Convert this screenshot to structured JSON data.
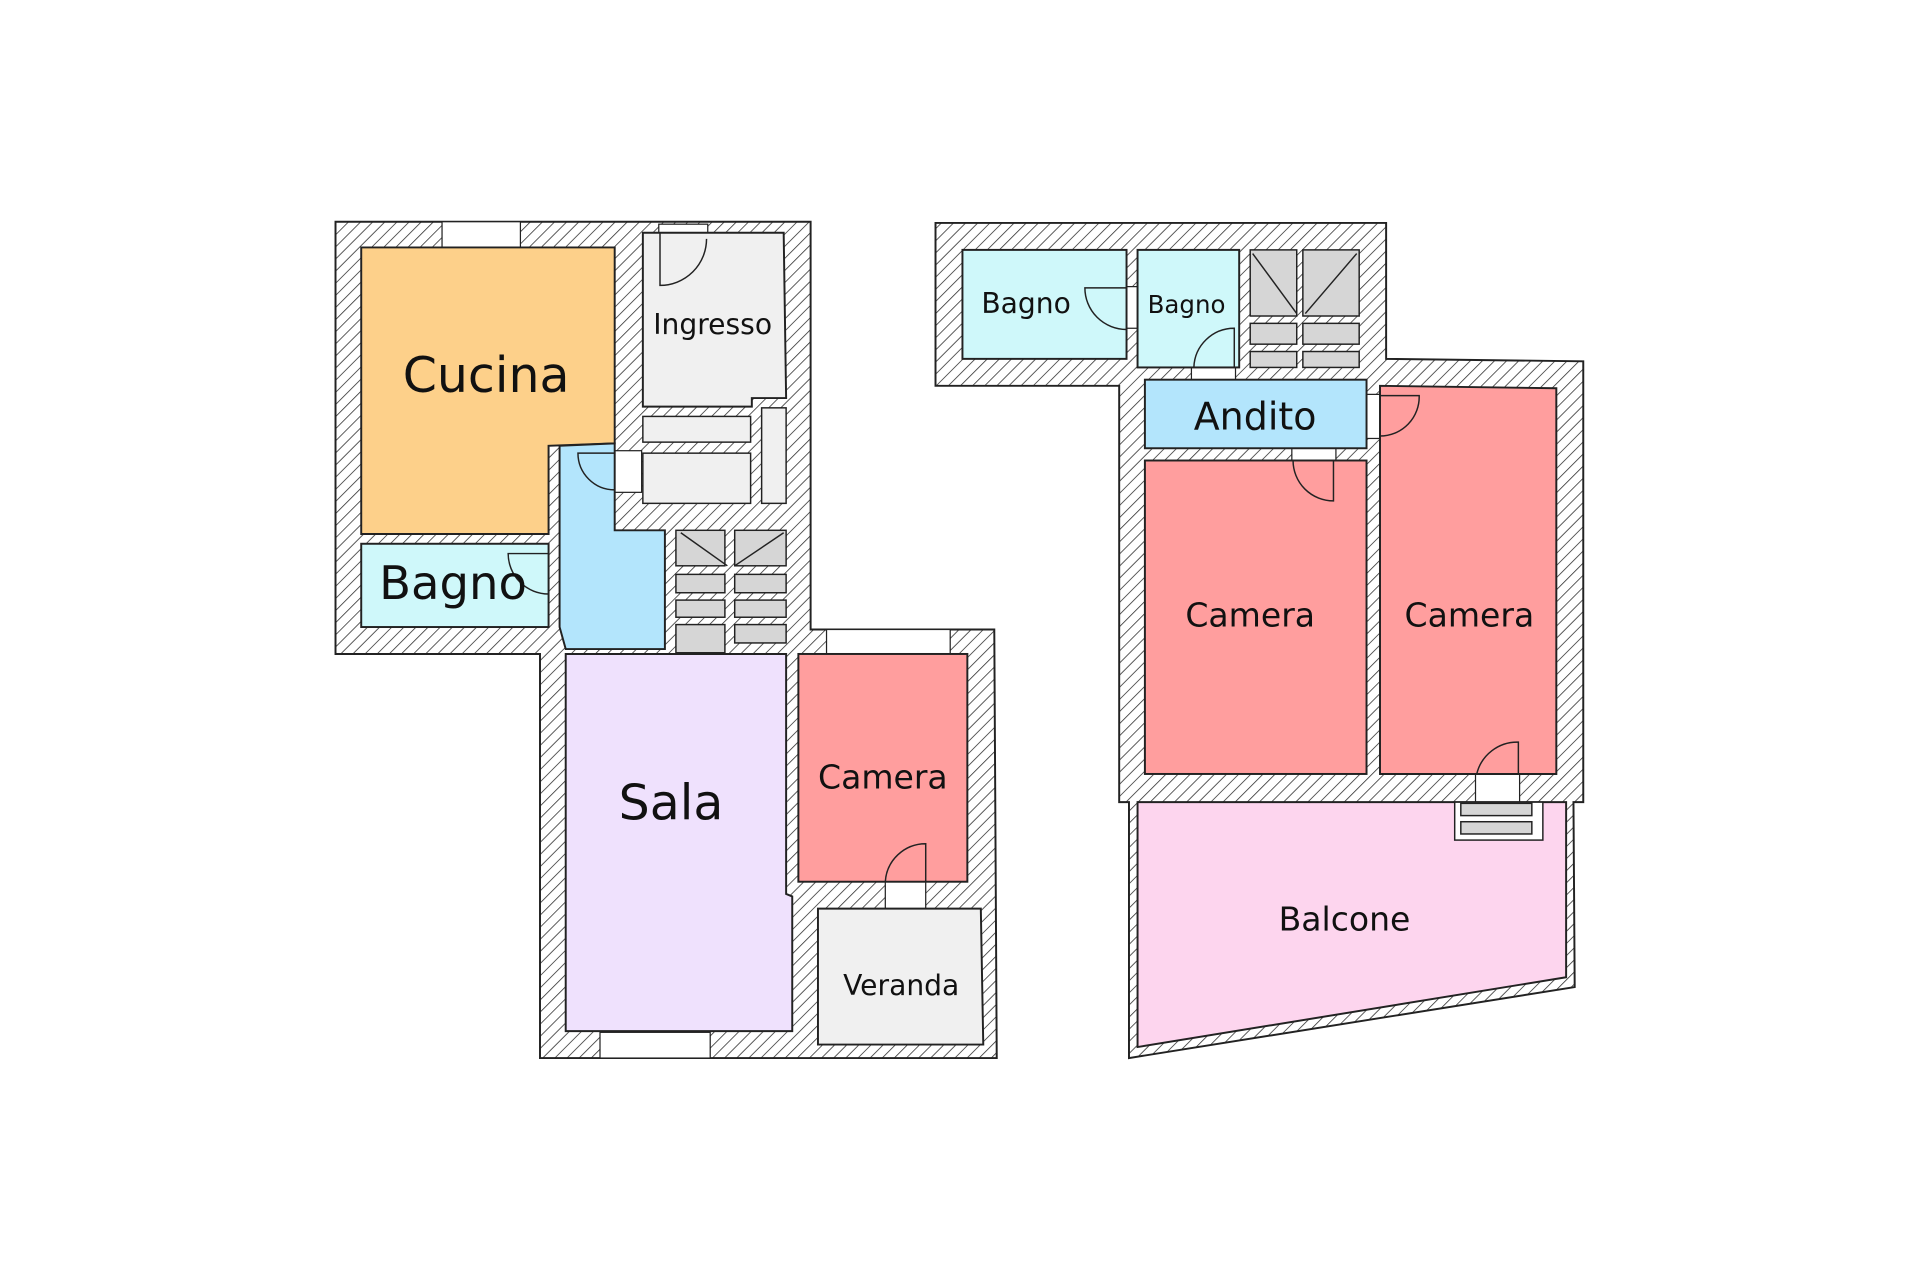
{
  "floor_plan": {
    "left_unit": {
      "rooms": [
        {
          "name": "Cucina",
          "color": "#FDD08A"
        },
        {
          "name": "Ingresso",
          "color": "#F0F0F0"
        },
        {
          "name": "Bagno",
          "color": "#CFF8FA"
        },
        {
          "name": "Sala",
          "color": "#EFE1FD"
        },
        {
          "name": "Camera",
          "color": "#FF9E9E"
        },
        {
          "name": "Veranda",
          "color": "#F0F0F0"
        }
      ]
    },
    "right_unit": {
      "rooms": [
        {
          "name": "Bagno",
          "color": "#CFF8FA"
        },
        {
          "name": "Bagno",
          "color": "#CFF8FA"
        },
        {
          "name": "Andito",
          "color": "#B3E5FC"
        },
        {
          "name": "Camera",
          "color": "#FF9E9E"
        },
        {
          "name": "Camera",
          "color": "#FF9E9E"
        },
        {
          "name": "Balcone",
          "color": "#FDD5EE"
        }
      ]
    },
    "corridor_color": "#B3E5FC"
  }
}
